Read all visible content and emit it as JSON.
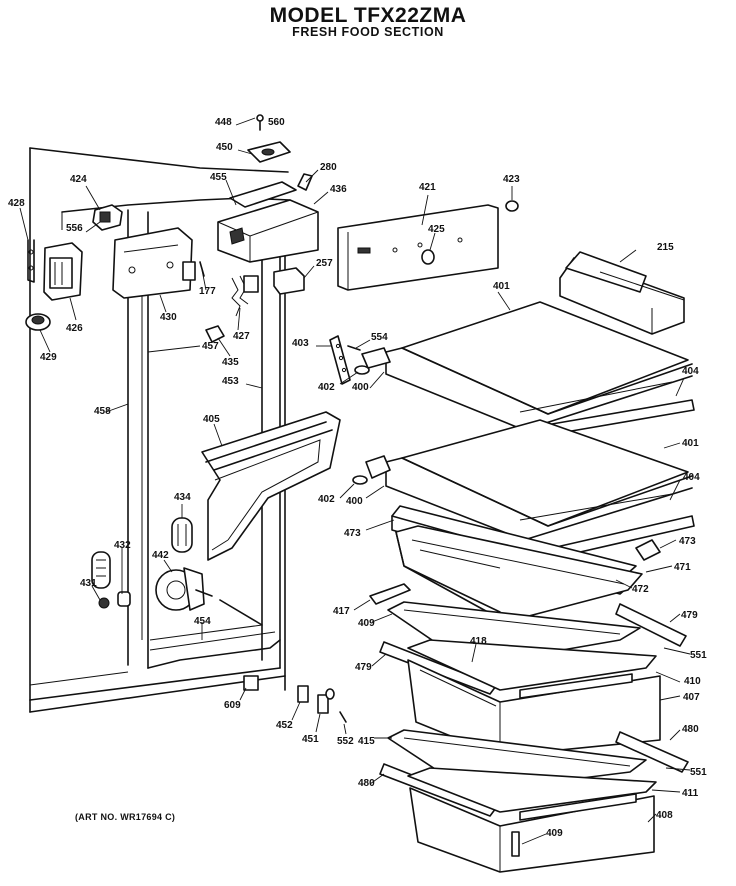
{
  "header": {
    "title": "MODEL TFX22ZMA",
    "subtitle": "FRESH FOOD SECTION"
  },
  "footer": {
    "art_number": "(ART NO. WR17694 C)"
  },
  "callouts": [
    "448",
    "560",
    "450",
    "280",
    "455",
    "436",
    "424",
    "421",
    "423",
    "428",
    "556",
    "425",
    "215",
    "430",
    "177",
    "257",
    "426",
    "427",
    "401",
    "429",
    "435",
    "457",
    "554",
    "403",
    "404",
    "402",
    "400",
    "453",
    "458",
    "405",
    "401",
    "404",
    "434",
    "402",
    "400",
    "473",
    "473",
    "432",
    "442",
    "471",
    "431",
    "472",
    "417",
    "479",
    "409",
    "418",
    "454",
    "551",
    "479",
    "410",
    "609",
    "407",
    "452",
    "480",
    "451",
    "552",
    "415",
    "551",
    "480",
    "411",
    "409",
    "408"
  ]
}
